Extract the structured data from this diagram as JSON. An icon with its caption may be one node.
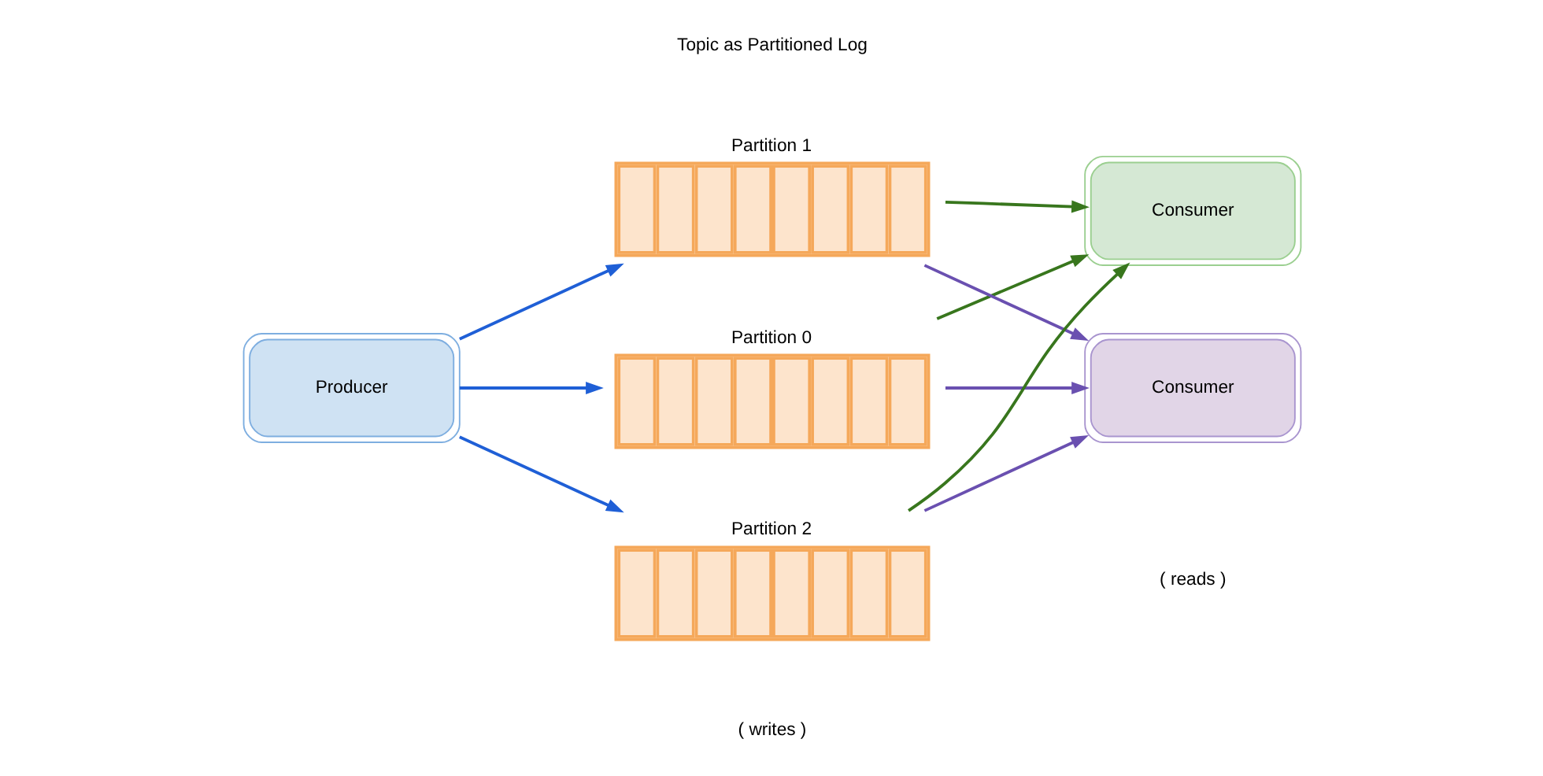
{
  "diagram": {
    "nodes": [
      {
        "text": [
          "Producer"
        ]
      },
      {
        "text": [
          "Partition 0"
        ]
      },
      {
        "text": [
          "Partition 1"
        ]
      },
      {
        "text": [
          "Partition 2"
        ]
      },
      {
        "text": [
          "Consumer"
        ]
      },
      {
        "text": [
          "Consumer"
        ]
      }
    ],
    "edges": [
      {
        "from": 0,
        "to": 1,
        "arrow": "to",
        "color": "#1f5fd6"
      },
      {
        "from": 0,
        "to": 2,
        "arrow": "to",
        "color": "#1f5fd6"
      },
      {
        "from": 0,
        "to": 3,
        "arrow": "to",
        "color": "#1f5fd6"
      },
      {
        "from": 1,
        "to": 4,
        "arrow": "to",
        "color": "#38761d"
      },
      {
        "from": 1,
        "to": 5,
        "arrow": "to",
        "color": "#6a50b0"
      },
      {
        "from": 2,
        "to": 4,
        "arrow": "to",
        "color": "#38761d"
      },
      {
        "from": 2,
        "to": 5,
        "arrow": "to",
        "color": "#6a50b0"
      },
      {
        "from": 3,
        "to": 4,
        "arrow": "to",
        "color": "#38761d"
      },
      {
        "from": 3,
        "to": 5,
        "arrow": "to",
        "color": "#6a50b0"
      }
    ],
    "labels": [
      "( writes )",
      "( reads )",
      "Topic as Partitioned Log"
    ]
  }
}
